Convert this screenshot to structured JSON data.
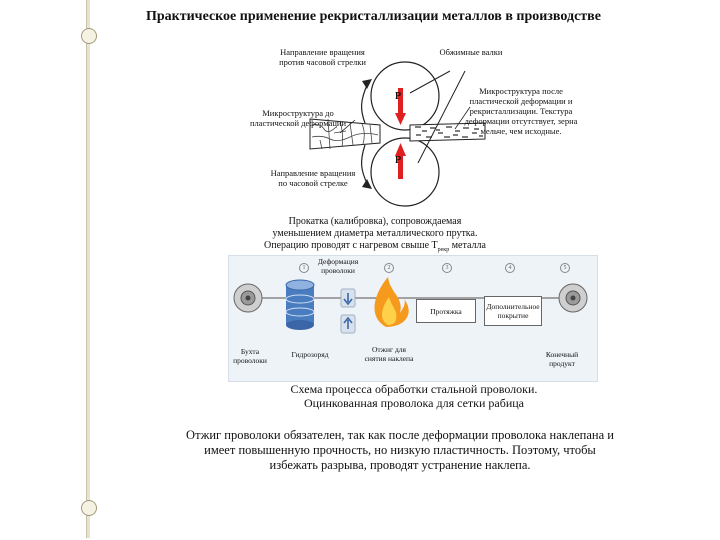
{
  "title": "Практическое применение рекристаллизации металлов в производстве",
  "rolling_diagram": {
    "rolls_label": "Обжимные валки",
    "rotation_ccw": "Направление вращения против часовой стрелки",
    "rotation_cw": "Направление вращения по часовой стрелке",
    "micro_before": "Микроструктура до пластической деформации",
    "micro_after": "Микроструктура после пластической деформации и рекристаллизации. Текстура деформации отсутствует, зерна мельче, чем исходные.",
    "force_label_top": "P",
    "force_label_bottom": "P"
  },
  "rolling_caption": {
    "line1": "Прокатка (калибровка), сопровождаемая",
    "line2": "уменьшением диаметра металлического прутка.",
    "line3_prefix": "Операцию проводят с нагревом свыше T",
    "line3_sub": "рекр",
    "line3_suffix": " металла"
  },
  "wire_process": {
    "deformation_label": "Деформация проволоки",
    "step_numbers": [
      "1",
      "2",
      "3",
      "4",
      "5"
    ],
    "coil_label": "Бухта проволоки",
    "hydro_label": "Гидрозоряд",
    "anneal_label": "Отжиг для снятия наклепа",
    "drawing_label": "Протяжка",
    "coating_label": "Дополнительное покрытие",
    "final_label": "Конечный продукт"
  },
  "scheme_caption": {
    "line1": "Схема процесса обработки стальной проволоки.",
    "line2": "Оцинкованная проволока для сетки рабица"
  },
  "explanation": {
    "line1": "Отжиг проволоки обязателен, так как после деформации проволока наклепана и",
    "line2": "имеет повышенную прочность, но низкую пластичность. Поэтому, чтобы",
    "line3": "избежать разрыва, проводят устранение наклепа."
  },
  "colors": {
    "arrow_red": "#e02020",
    "panel_bg": "#eef3f8",
    "db_blue": "#4a7cc0",
    "flame_orange": "#f59a1c",
    "frame_beige": "#e9e3cc"
  }
}
